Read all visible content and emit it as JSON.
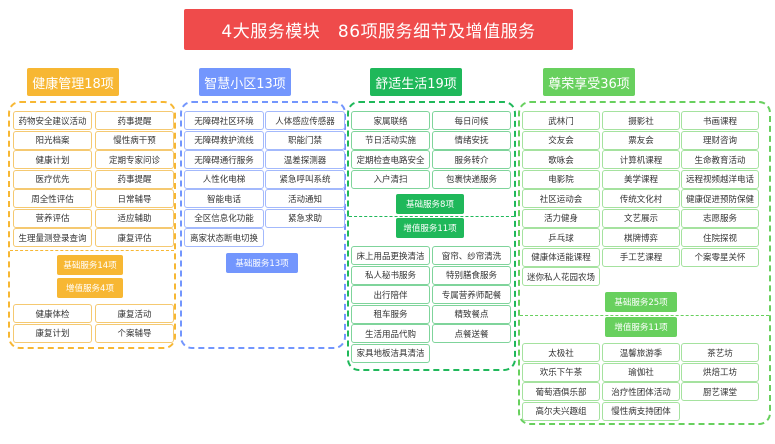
{
  "title": "4大服务模块   86项服务细节及增值服务",
  "colors": {
    "title": "#ef4b4b",
    "health": "#f7b733",
    "smart": "#7396fd",
    "comfort": "#1fb85a",
    "honor": "#68d05e"
  },
  "modules": [
    {
      "name": "健康管理18项",
      "basic_label": "基础服务14项",
      "basic": [
        "药物安全建议活动",
        "药事提醒",
        "阳光档案",
        "慢性病干预",
        "健康计划",
        "定期专家问诊",
        "医疗优先",
        "药事提醒",
        "周全性评估",
        "日常辅导",
        "营养评估",
        "适应辅助",
        "生理量测登录查询",
        "康复评估"
      ],
      "extra_label": "增值服务4项",
      "extra": [
        "健康体检",
        "康复活动",
        "康复计划",
        "个案辅导"
      ]
    },
    {
      "name": "智慧小区13项",
      "basic_label": "基础服务13项",
      "basic": [
        "无障碍社区环境",
        "人体感应传感器",
        "无障碍救护流线",
        "职能门禁",
        "无障碍通行服务",
        "温差探测器",
        "人性化电梯",
        "紧急呼叫系统",
        "智能电话",
        "活动通知",
        "全区信息化功能",
        "紧急求助",
        "离家状态断电切换"
      ]
    },
    {
      "name": "舒适生活19项",
      "basic_label": "基础服务8项",
      "basic": [
        "家属联络",
        "每日问候",
        "节日活动实施",
        "情绪安抚",
        "定期检查电路安全",
        "服务转介",
        "入户清扫",
        "包裹快递服务"
      ],
      "extra_label": "增值服务11项",
      "extra": [
        "床上用品更换清洁",
        "窗帘、纱帘清洗",
        "私人秘书服务",
        "特别膳食服务",
        "出行陪伴",
        "专属营养师配餐",
        "租车服务",
        "精致餐点",
        "生活用品代购",
        "点餐送餐",
        "家具地板洁具清洁"
      ]
    },
    {
      "name": "尊荣享受36项",
      "basic_label": "基础服务25项",
      "basic": [
        "武林门",
        "摄影社",
        "书画课程",
        "交友会",
        "票友会",
        "理财咨询",
        "歌咏会",
        "计算机课程",
        "生命教育活动",
        "电影院",
        "美学课程",
        "远程视频越洋电话",
        "社区运动会",
        "传统文化村",
        "健康促进预防保健",
        "活力健身",
        "文艺展示",
        "志愿服务",
        "乒乓球",
        "棋牌博弈",
        "住院探视",
        "健康体适能课程",
        "手工艺课程",
        "个案零星关怀",
        "迷你私人花园农场"
      ],
      "extra_label": "增值服务11项",
      "extra": [
        "太极社",
        "温馨旅游季",
        "茶艺坊",
        "欢乐下午茶",
        "瑜伽社",
        "烘焙工坊",
        "葡萄酒俱乐部",
        "治疗性团体活动",
        "厨艺课堂",
        "高尔夫兴趣组",
        "慢性病支持团体"
      ]
    }
  ]
}
